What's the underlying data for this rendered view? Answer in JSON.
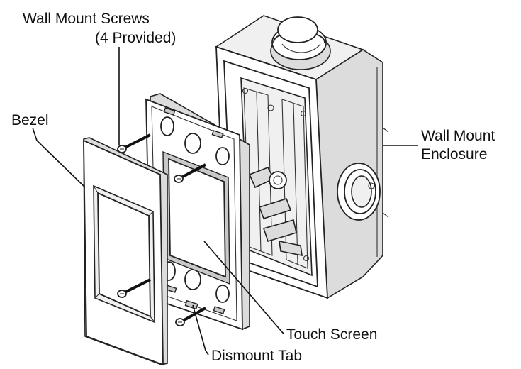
{
  "labels": {
    "wall_mount_screws": "Wall Mount Screws",
    "four_provided": "(4 Provided)",
    "bezel": "Bezel",
    "wall_mount": "Wall Mount",
    "enclosure": "Enclosure",
    "touch_screen": "Touch Screen",
    "dismount_tab": "Dismount Tab"
  }
}
